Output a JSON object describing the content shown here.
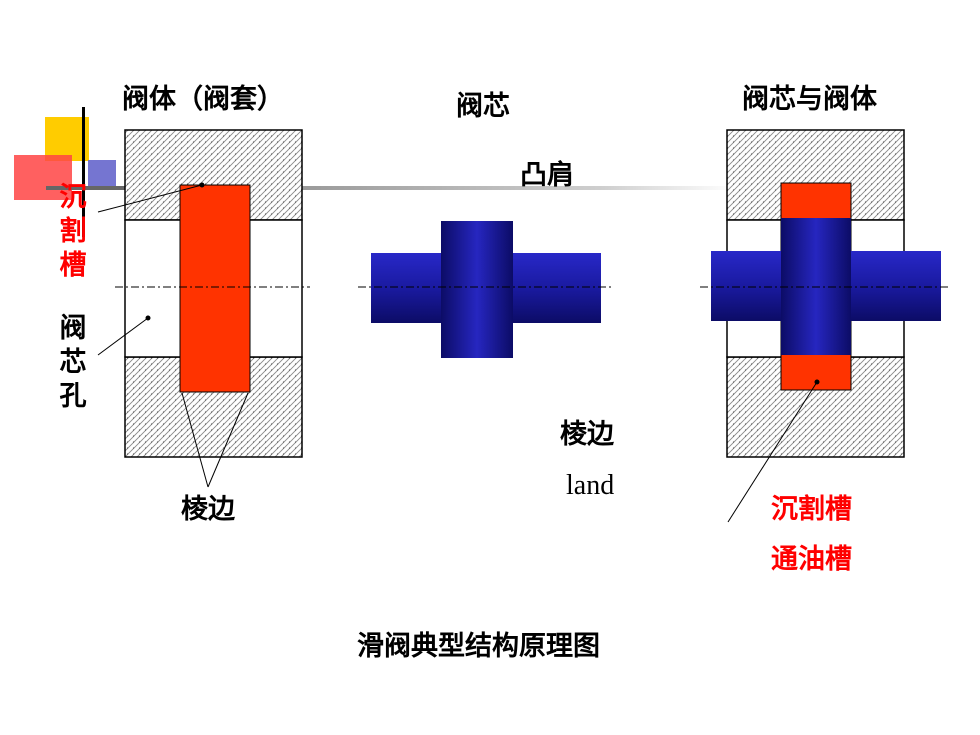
{
  "labels": {
    "body_sleeve": "阀体（阀套）",
    "spool": "阀芯",
    "spool_and_body": "阀芯与阀体",
    "shoulder": "凸肩",
    "groove_vertical": "沉割槽",
    "bore_vertical": "阀芯孔",
    "land_left": "棱边",
    "land_center": "棱边",
    "land_en": "land",
    "groove_right": "沉割槽",
    "oil_groove": "通油槽",
    "caption": "滑阀典型结构原理图"
  },
  "colors": {
    "spool_blue": "#1a1aa0",
    "groove_red": "#ff3300",
    "logo_yellow": "#ffcc00",
    "logo_red": "#ff3333",
    "label_red": "#ff0000"
  }
}
